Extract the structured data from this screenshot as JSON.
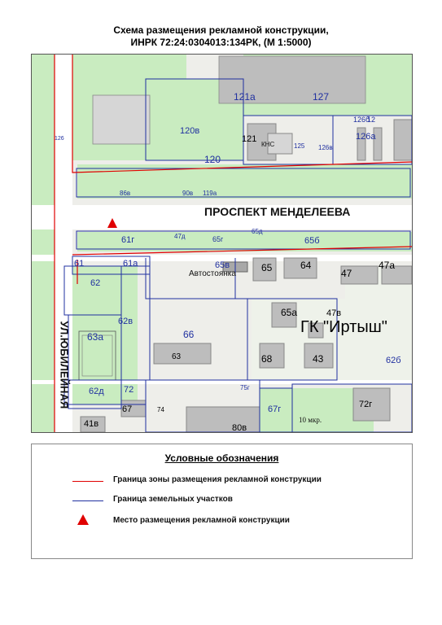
{
  "header": {
    "title_line1": "Схема размещения рекламной конструкции,",
    "title_line2": "ИНРК 72:24:0304013:134РК, (М 1:5000)"
  },
  "map": {
    "street_labels": {
      "prospect": "ПРОСПЕКТ МЕНДЕЛЕЕВА",
      "ul_prefix": "УЛ.",
      "ul_name": "ЮБИЛЕЙНАЯ"
    },
    "complex_label": "ГК \"Иртыш\"",
    "parking_label": "Автостоянка",
    "kns_label": "КНС",
    "district_label": "10 мкр.",
    "parcel_labels": [
      "121а",
      "127",
      "126б",
      "120в",
      "126а",
      "121",
      "120",
      "125",
      "126в",
      "61г",
      "47д",
      "65г",
      "65д",
      "65б",
      "61",
      "61а",
      "65в",
      "65",
      "64",
      "47",
      "47а",
      "62",
      "62в",
      "65а",
      "47в",
      "63а",
      "63",
      "66",
      "68",
      "43",
      "62б",
      "62д",
      "72",
      "67г",
      "67",
      "41в",
      "72г",
      "75г",
      "74",
      "80в",
      "86в",
      "90в",
      "119а",
      "126",
      "12"
    ],
    "colors": {
      "zone_border": "#e00000",
      "parcel_border": "#2030a0",
      "placement_marker": "#e00000"
    }
  },
  "legend": {
    "title": "Условные обозначения",
    "items": [
      {
        "label": "Граница зоны размещения рекламной конструкции",
        "symbol": "red-line"
      },
      {
        "label": "Граница земельных участков",
        "symbol": "blue-line"
      },
      {
        "label": "Место размещения рекламной конструкции",
        "symbol": "red-triangle"
      }
    ]
  }
}
